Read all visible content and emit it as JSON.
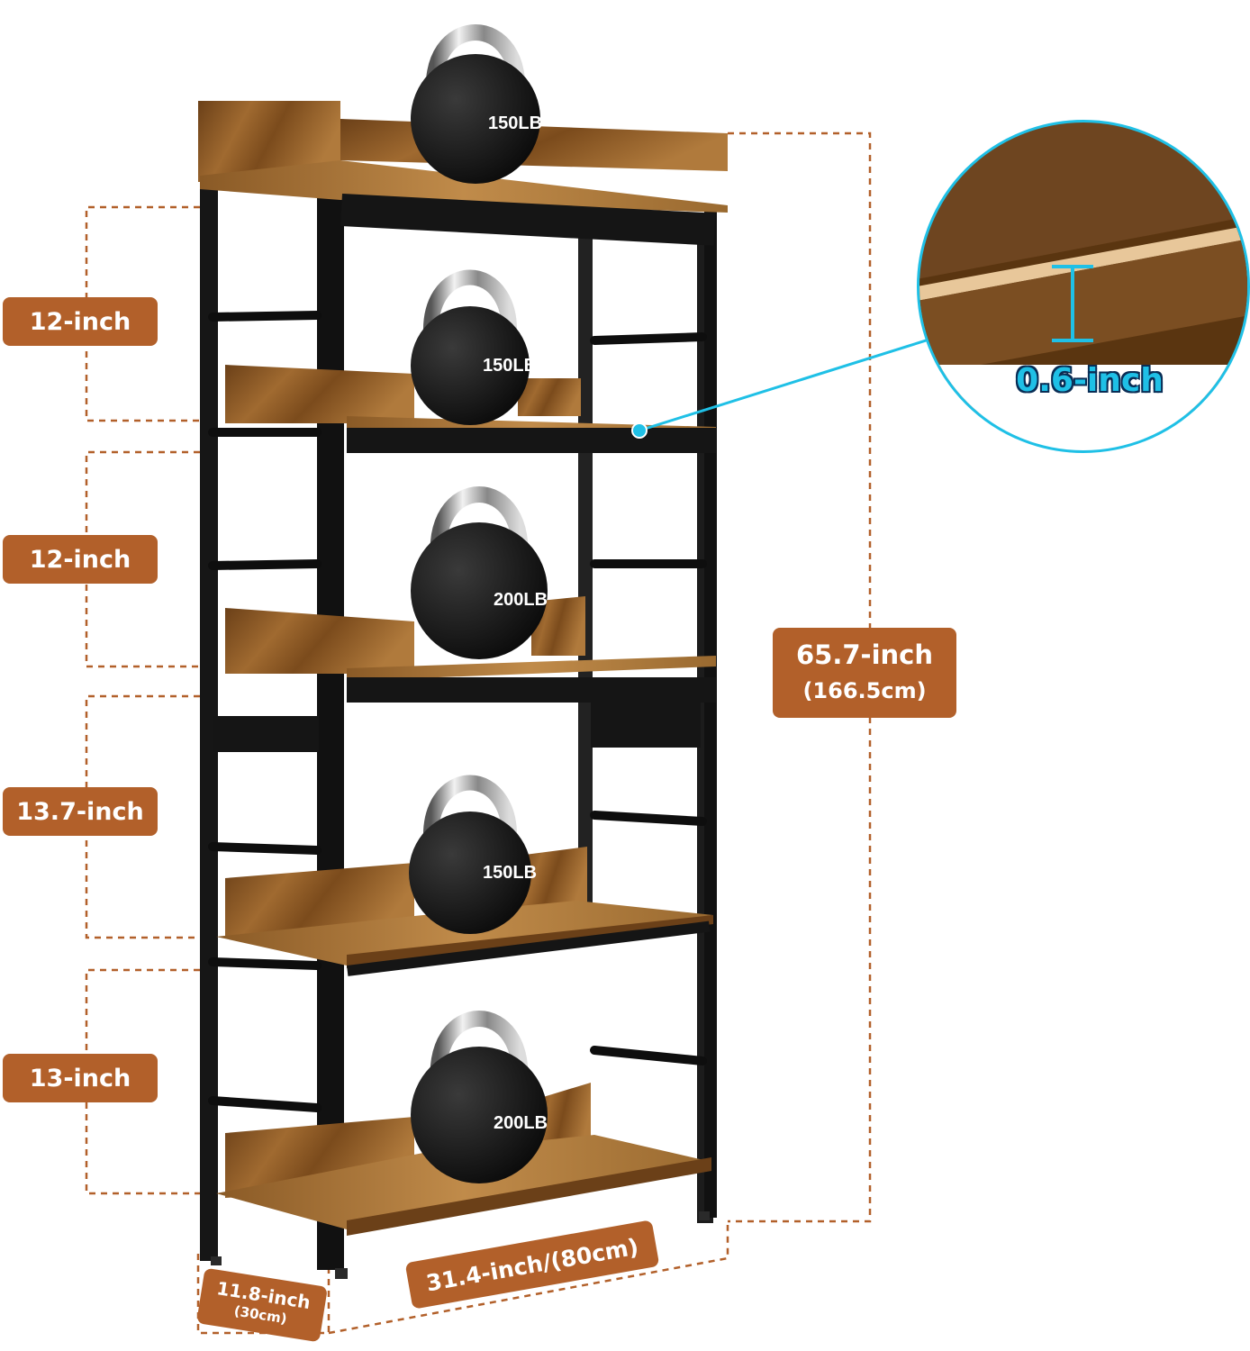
{
  "dimensions": {
    "tier_heights": [
      "12-inch",
      "12-inch",
      "13.7-inch",
      "13-inch"
    ],
    "total_height": "65.7-inch",
    "total_height_metric": "(166.5cm)",
    "board_thickness": "0.6-inch",
    "depth": "11.8-inch",
    "depth_metric": "(30cm)",
    "width": "31.4-inch/(80cm)"
  },
  "weights": [
    "150LB",
    "150LB",
    "200LB",
    "150LB",
    "200LB"
  ],
  "colors": {
    "badge": "#b2602a",
    "dashed_line": "#b2602a",
    "wood": "#7a4f22",
    "frame": "#1a1a1a",
    "callout": "#1fc0e6"
  }
}
